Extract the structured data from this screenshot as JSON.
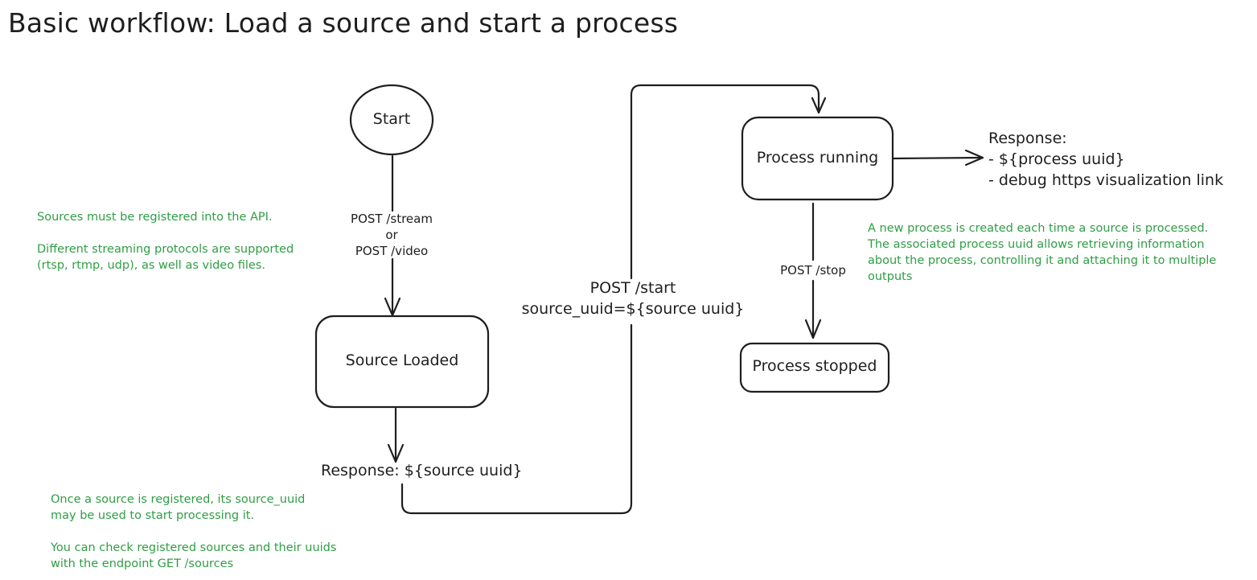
{
  "title": "Basic workflow: Load a source and start a process",
  "nodes": {
    "start": "Start",
    "source_loaded": "Source Loaded",
    "process_running": "Process running",
    "process_stopped": "Process stopped"
  },
  "edges": {
    "load_source": {
      "line1": "POST /stream",
      "line2": "or",
      "line3": "POST /video"
    },
    "start_process": {
      "line1": "POST /start",
      "line2": "source_uuid=${source uuid}"
    },
    "stop_process": "POST /stop"
  },
  "responses": {
    "source": "Response: ${source uuid}",
    "process": {
      "header": "Response:",
      "line1": "- ${process uuid}",
      "line2": "- debug https visualization link"
    }
  },
  "notes": {
    "sources_registration": {
      "para1": "Sources must be registered into the API.",
      "para2_line1": "Different streaming protocols are supported",
      "para2_line2": "(rtsp, rtmp, udp), as well as video files."
    },
    "source_uuid_usage": {
      "para1_line1": "Once a source is registered, its source_uuid",
      "para1_line2": "may be used to start processing it.",
      "para2_line1": "You can check registered sources and their uuids",
      "para2_line2": "with the endpoint GET /sources"
    },
    "process_creation": {
      "line1": "A new process is created each time a source is processed.",
      "line2": "The associated process uuid allows retrieving information",
      "line3": "about the process, controlling it and attaching it to multiple",
      "line4": "outputs"
    }
  },
  "colors": {
    "stroke": "#1e1e1e",
    "note_text": "#2f9e44",
    "background": "#ffffff"
  }
}
